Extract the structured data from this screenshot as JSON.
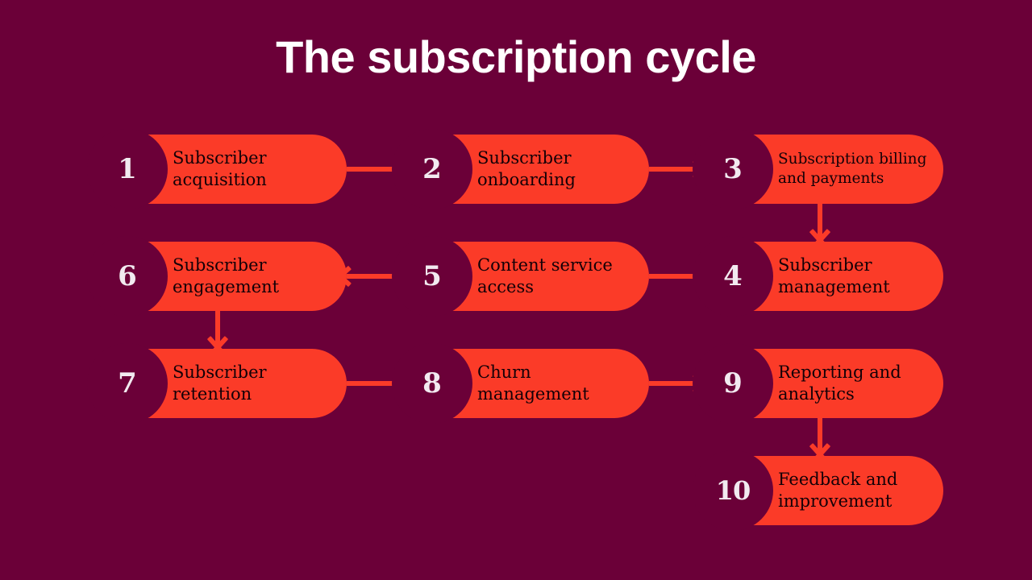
{
  "slide": {
    "title": "The subscription cycle",
    "background_color": "#6B0038",
    "pill_color": "#FB3B28",
    "number_color": "#F2EAF0",
    "label_color": "#140007"
  },
  "steps": [
    {
      "number": "1",
      "label": "Subscriber\nacquisition"
    },
    {
      "number": "2",
      "label": "Subscriber\nonboarding"
    },
    {
      "number": "3",
      "label": "Subscription billing\nand payments"
    },
    {
      "number": "4",
      "label": "Subscriber\nmanagement"
    },
    {
      "number": "5",
      "label": "Content service\naccess"
    },
    {
      "number": "6",
      "label": "Subscriber\nengagement"
    },
    {
      "number": "7",
      "label": "Subscriber\nretention"
    },
    {
      "number": "8",
      "label": "Churn\nmanagement"
    },
    {
      "number": "9",
      "label": "Reporting and\nanalytics"
    },
    {
      "number": "10",
      "label": "Feedback and\nimprovement"
    }
  ],
  "connectors": [
    {
      "name": "connector-1-to-2",
      "kind": "line-horizontal"
    },
    {
      "name": "connector-2-to-3",
      "kind": "arrow-right"
    },
    {
      "name": "connector-3-to-4",
      "kind": "arrow-down"
    },
    {
      "name": "connector-4-to-5",
      "kind": "line-horizontal"
    },
    {
      "name": "connector-5-to-6",
      "kind": "arrow-left"
    },
    {
      "name": "connector-6-to-7",
      "kind": "arrow-down"
    },
    {
      "name": "connector-7-to-8",
      "kind": "line-horizontal"
    },
    {
      "name": "connector-8-to-9",
      "kind": "arrow-right"
    },
    {
      "name": "connector-9-to-10",
      "kind": "arrow-down"
    }
  ]
}
